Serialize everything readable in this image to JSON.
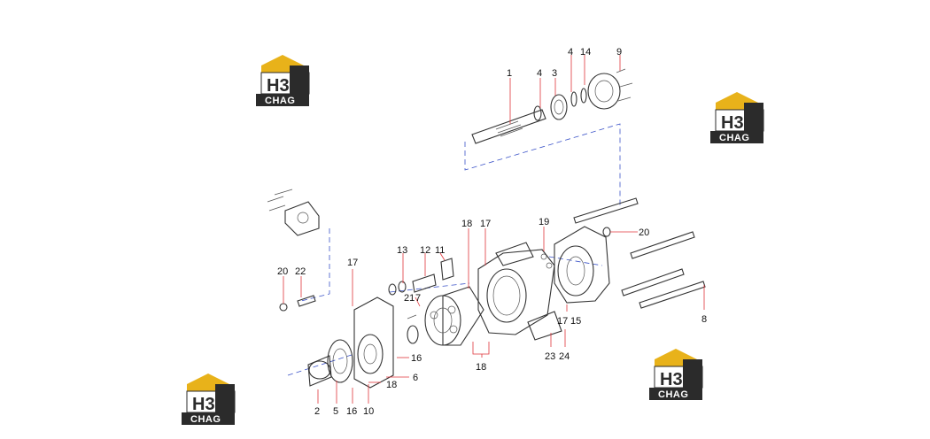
{
  "watermark": {
    "mark": "H3",
    "sub": "CHAG",
    "colors": {
      "roof": "#e8b21a",
      "dark": "#2b2b2b",
      "text": "#ffffff"
    }
  },
  "callouts": [
    "1",
    "4",
    "3",
    "4",
    "14",
    "9",
    "20",
    "18",
    "17",
    "19",
    "13",
    "12",
    "11",
    "17",
    "20",
    "22",
    "21",
    "7",
    "16",
    "6",
    "17",
    "15",
    "18",
    "23",
    "24",
    "8",
    "2",
    "5",
    "16",
    "10",
    "18"
  ],
  "colors": {
    "leader": "#e0343a",
    "phantom": "#3a52c8",
    "line": "#333333"
  }
}
